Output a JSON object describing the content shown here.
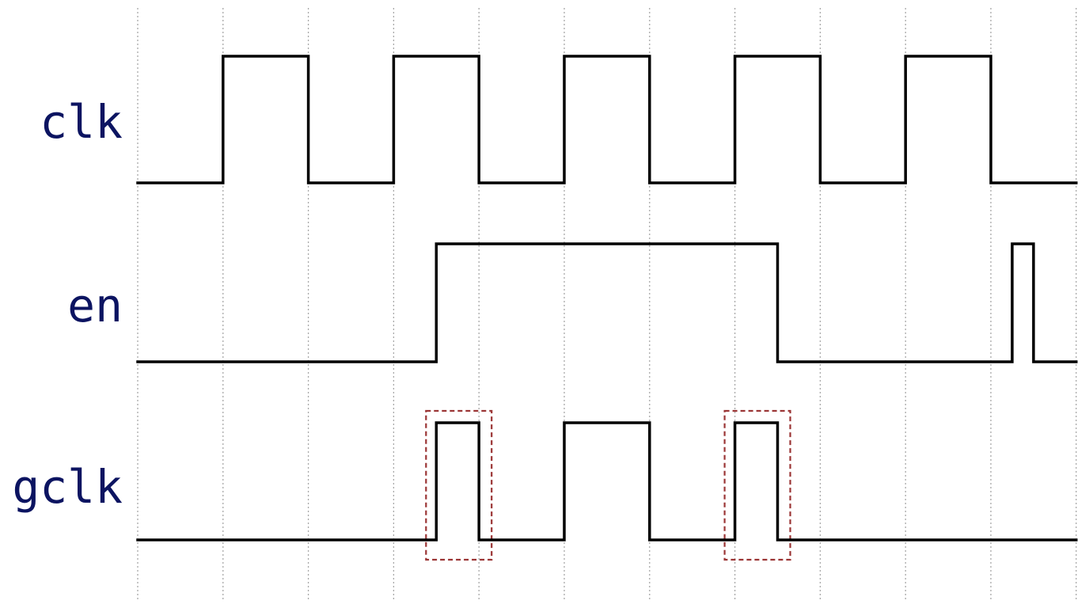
{
  "signals": [
    {
      "name": "clk",
      "transitions": [
        0,
        2,
        4,
        6,
        8,
        10,
        12,
        14,
        16,
        18,
        20,
        22
      ],
      "initial": 0
    },
    {
      "name": "en",
      "transitions": [
        7,
        15,
        20.5,
        21
      ],
      "initial": 0
    },
    {
      "name": "gclk",
      "transitions": [
        7,
        8,
        10,
        12,
        14,
        15
      ],
      "initial": 0
    }
  ],
  "glitch_markers": [
    {
      "signal": "gclk",
      "from": 7,
      "to": 8
    },
    {
      "signal": "gclk",
      "from": 14,
      "to": 15
    }
  ],
  "colors": {
    "label": "#0c1461",
    "wave": "#000000",
    "grid": "#a8a8a8",
    "marker": "#9b3535"
  },
  "time_range": [
    0,
    22
  ]
}
